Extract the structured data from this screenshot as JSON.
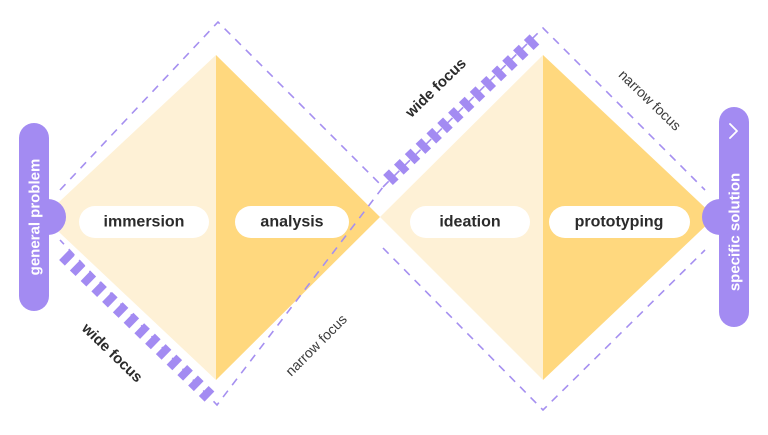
{
  "colors": {
    "light_fill": "#FEF1D6",
    "dark_fill": "#FFD87E",
    "accent": "#A38BF2",
    "dash": "#A58FF0",
    "pill": "#ffffff",
    "text": "#2b2b2b"
  },
  "left_bar": {
    "label": "general problem"
  },
  "right_bar": {
    "label": "specific solution",
    "icon": "chevron-right-icon"
  },
  "phases": [
    {
      "label": "immersion"
    },
    {
      "label": "analysis"
    },
    {
      "label": "ideation"
    },
    {
      "label": "prototyping"
    }
  ],
  "focus_labels": {
    "wide_left": "wide focus",
    "narrow_left": "narrow focus",
    "wide_right": "wide focus",
    "narrow_right": "narrow focus"
  }
}
